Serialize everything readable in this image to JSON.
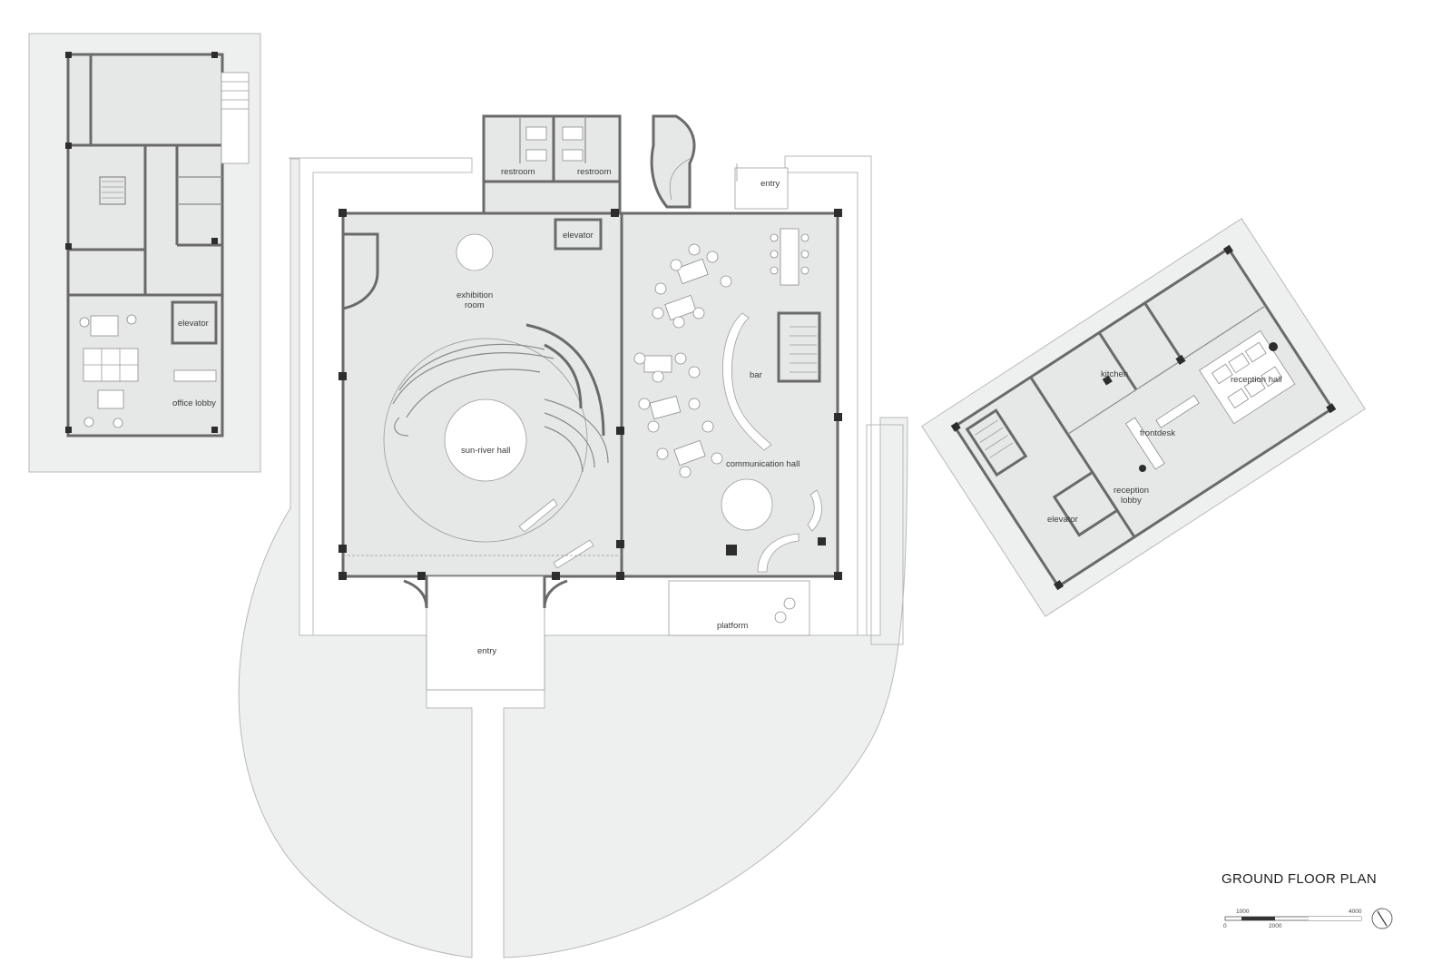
{
  "plan": {
    "title": "GROUND FLOOR PLAN",
    "labels": {
      "office_elevator": "elevator",
      "office_lobby": "office lobby",
      "restroom_1": "restroom",
      "restroom_2": "restroom",
      "main_elevator": "elevator",
      "north_entry": "entry",
      "exhibition_line1": "exhibition",
      "exhibition_line2": "room",
      "sun_river_hall": "sun-river hall",
      "bar": "bar",
      "communication_hall": "communication hall",
      "platform": "platform",
      "south_entry": "entry",
      "kitchen": "kitchen",
      "reception_hall": "reception hall",
      "frontdesk": "frontdesk",
      "reception_line1": "reception",
      "reception_line2": "lobby",
      "east_elevator": "elevator"
    },
    "scale_bar": {
      "top_ticks": [
        "1000",
        "4000"
      ],
      "bottom_ticks": [
        "0",
        "2000"
      ]
    }
  }
}
